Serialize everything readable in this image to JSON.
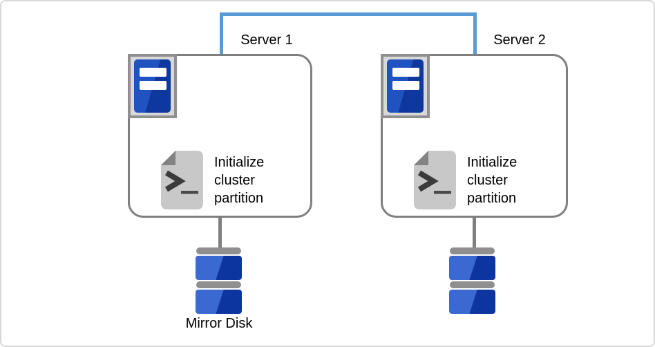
{
  "diagram": {
    "type": "cluster-architecture",
    "servers": [
      {
        "label": "Server 1",
        "script_caption": "Initialize cluster partition"
      },
      {
        "label": "Server 2",
        "script_caption": "Initialize cluster partition"
      }
    ],
    "disk_label": "Mirror Disk",
    "colors": {
      "interconnect_blue": "#5b9bd5",
      "box_outline_gray": "#7f7f7f",
      "chip_frame_gray": "#8f8f8f",
      "chip_fill_gray": "#d8d8d8",
      "tower_blue_light": "#2153c0",
      "tower_blue_dark": "#0e389d",
      "script_doc_gray": "#c8c8c8",
      "script_fold_gray": "#838383",
      "script_glyph_dark": "#3b3b3b",
      "disk_blue_light": "#3a69d2",
      "disk_blue_dark": "#0c35a0",
      "disk_cap_gray": "#8f8f8f",
      "canvas_border": "#d8d8d8"
    }
  }
}
